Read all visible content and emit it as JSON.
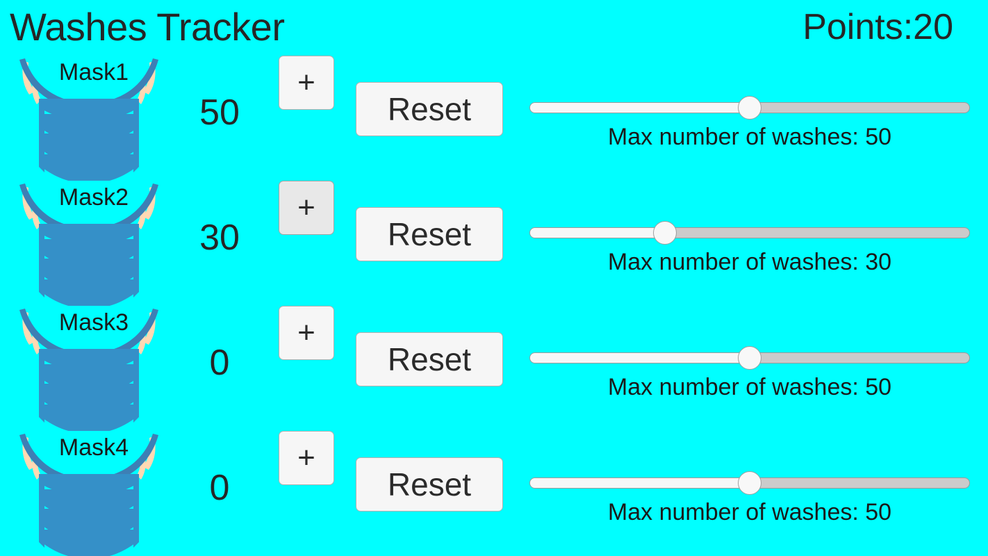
{
  "app": {
    "title": "Washes Tracker",
    "points_label": "Points:20",
    "background_color": "#00ffff",
    "text_color": "#262626",
    "mask_color": "#3590c8",
    "mask_outline_color": "#3d7fb5",
    "mask_strap_color": "#ffd9b3",
    "button_face_color": "#f6f6f6",
    "button_hover_color": "#e8e8e8"
  },
  "rows": [
    {
      "mask_label": "Mask1",
      "mask_icon": "face-mask-icon",
      "count": "50",
      "plus_label": "+",
      "reset_label": "Reset",
      "plus_hovered": false,
      "slider_caption": "Max number of washes: 50",
      "slider_value": 50,
      "slider_min": 0,
      "slider_max": 100,
      "slider_percent": 50
    },
    {
      "mask_label": "Mask2",
      "mask_icon": "face-mask-icon",
      "count": "30",
      "plus_label": "+",
      "reset_label": "Reset",
      "plus_hovered": true,
      "slider_caption": "Max number of washes: 30",
      "slider_value": 30,
      "slider_min": 0,
      "slider_max": 100,
      "slider_percent": 30.8
    },
    {
      "mask_label": "Mask3",
      "mask_icon": "face-mask-icon",
      "count": "0",
      "plus_label": "+",
      "reset_label": "Reset",
      "plus_hovered": false,
      "slider_caption": "Max number of washes: 50",
      "slider_value": 50,
      "slider_min": 0,
      "slider_max": 100,
      "slider_percent": 50
    },
    {
      "mask_label": "Mask4",
      "mask_icon": "face-mask-icon",
      "count": "0",
      "plus_label": "+",
      "reset_label": "Reset",
      "plus_hovered": false,
      "slider_caption": "Max number of washes: 50",
      "slider_value": 50,
      "slider_min": 0,
      "slider_max": 100,
      "slider_percent": 50
    }
  ]
}
